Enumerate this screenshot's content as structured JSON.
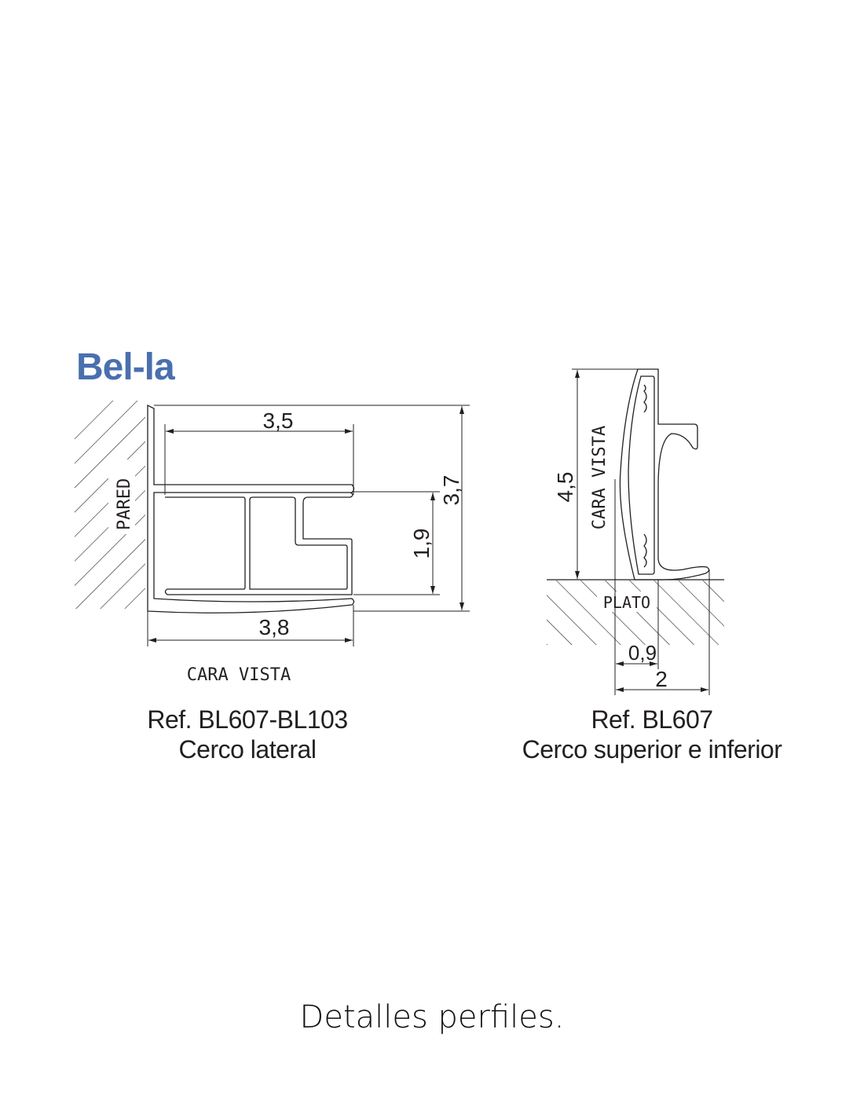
{
  "brand": "Bel-la",
  "left_profile": {
    "wall_label": "PARED",
    "face_label": "CARA VISTA",
    "dim_top_width": "3,5",
    "dim_bottom_width": "3,8",
    "dim_inner_height": "1,9",
    "dim_total_height": "3,7",
    "ref": "Ref. BL607-BL103",
    "name": "Cerco lateral"
  },
  "right_profile": {
    "face_label": "CARA VISTA",
    "base_label": "PLATO",
    "dim_height": "4,5",
    "dim_inner_width": "0,9",
    "dim_total_width": "2",
    "ref": "Ref. BL607",
    "name": "Cerco superior e inferior"
  },
  "footer": "Detalles perfiles.",
  "colors": {
    "brand": "#4a6fb0",
    "line": "#231f20"
  }
}
